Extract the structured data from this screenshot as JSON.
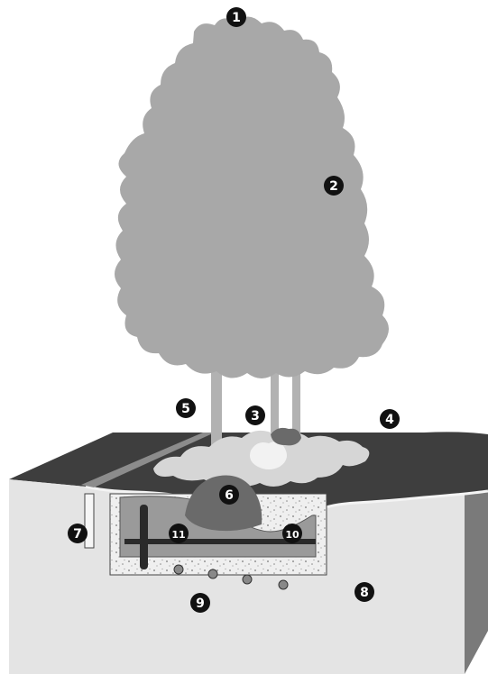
{
  "diagram": {
    "description_free": true,
    "callouts": [
      {
        "id": "c1",
        "label": "1"
      },
      {
        "id": "c2",
        "label": "2"
      },
      {
        "id": "c3",
        "label": "3"
      },
      {
        "id": "c4",
        "label": "4"
      },
      {
        "id": "c5",
        "label": "5"
      },
      {
        "id": "c6",
        "label": "6"
      },
      {
        "id": "c7",
        "label": "7"
      },
      {
        "id": "c8",
        "label": "8"
      },
      {
        "id": "c9",
        "label": "9"
      },
      {
        "id": "c10",
        "label": "10"
      },
      {
        "id": "c11",
        "label": "11"
      }
    ],
    "colors": {
      "canopy": "#a8a8a8",
      "trunk": "#b2b2b2",
      "ground_top": "#3e3e3e",
      "ground_front": "#e4e4e4",
      "ground_side": "#7a7a7a",
      "soil_pit": "#9a9a9a",
      "gravel": "#efefef",
      "bushes": "#d6d6d6",
      "mound": "#6a6a6a",
      "callout_fill": "#111111",
      "callout_text": "#ffffff"
    }
  }
}
